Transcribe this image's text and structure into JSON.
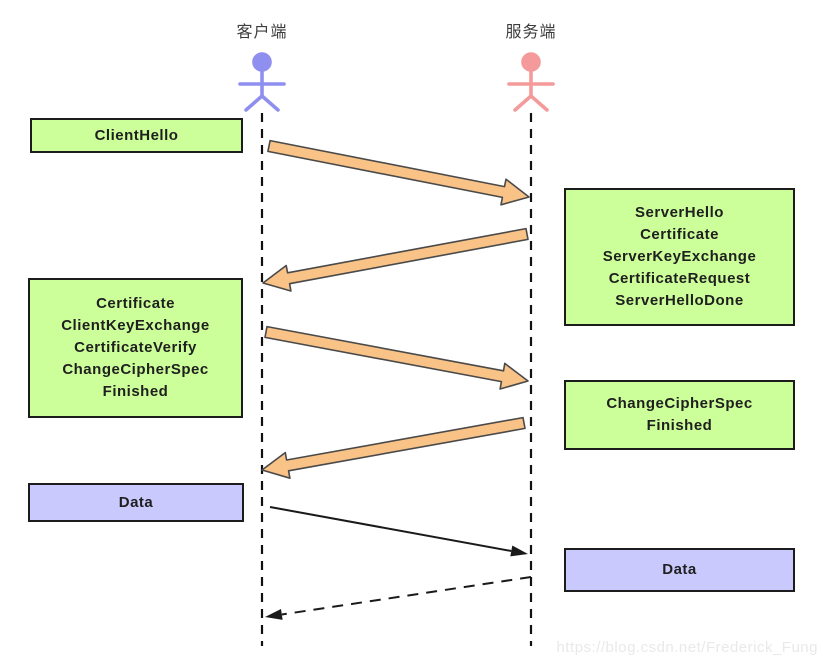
{
  "diagram": {
    "type": "sequence-diagram",
    "topic": "TLS handshake message flow",
    "actors": {
      "client": {
        "label": "客户端",
        "color": "#8f8ff0"
      },
      "server": {
        "label": "服务端",
        "color": "#f59a9a"
      }
    },
    "messages": {
      "client_hello": {
        "from": "client",
        "to": "server",
        "lines": [
          "ClientHello"
        ]
      },
      "server_hello": {
        "from": "server",
        "to": "client",
        "lines": [
          "ServerHello",
          "Certificate",
          "ServerKeyExchange",
          "CertificateRequest",
          "ServerHelloDone"
        ]
      },
      "client_finish": {
        "from": "client",
        "to": "server",
        "lines": [
          "Certificate",
          "ClientKeyExchange",
          "CertificateVerify",
          "ChangeCipherSpec",
          "Finished"
        ]
      },
      "server_finish": {
        "from": "server",
        "to": "client",
        "lines": [
          "ChangeCipherSpec",
          "Finished"
        ]
      },
      "client_data": {
        "from": "client",
        "to": "server",
        "lines": [
          "Data"
        ]
      },
      "server_data": {
        "from": "server",
        "to": "client",
        "lines": [
          "Data"
        ]
      }
    },
    "colors": {
      "box_green": "#ccff99",
      "box_purple": "#c9c9fd",
      "box_border": "#1c1c1c",
      "arrow_fill": "#f9c286",
      "arrow_stroke": "#4a4a4a",
      "thin_arrow": "#1a1a1a",
      "lifeline": "#111111"
    }
  },
  "watermark": "https://blog.csdn.net/Frederick_Fung"
}
